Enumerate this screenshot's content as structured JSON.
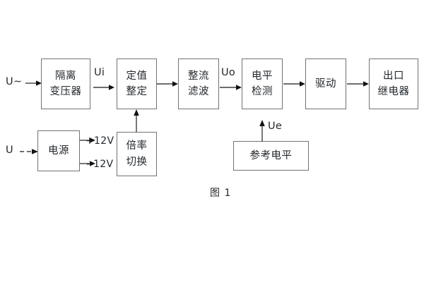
{
  "figure": {
    "caption": "图 1",
    "line_color": "#6f7276",
    "text_color": "#23282d",
    "background": "#ffffff"
  },
  "inputs": {
    "ac_source": "U~",
    "dc_source": "U"
  },
  "signals": {
    "ui": "Ui",
    "uo": "Uo",
    "ue": "Ue",
    "pos12": "+12V",
    "neg12": "- 12V"
  },
  "blocks": {
    "isolation_transformer": {
      "line1": "隔离",
      "line2": "变压器"
    },
    "setting_value": {
      "line1": "定值",
      "line2": "整定"
    },
    "rectify_filter": {
      "line1": "整流",
      "line2": "滤波"
    },
    "level_detection": {
      "line1": "电平",
      "line2": "检测"
    },
    "drive": {
      "line1": "驱动"
    },
    "output_relay": {
      "line1": "出口",
      "line2": "继电器"
    },
    "power_supply": {
      "line1": "电源"
    },
    "multiplier_switch": {
      "line1": "倍率",
      "line2": "切换"
    },
    "reference_level": {
      "line1": "参考电平"
    }
  }
}
